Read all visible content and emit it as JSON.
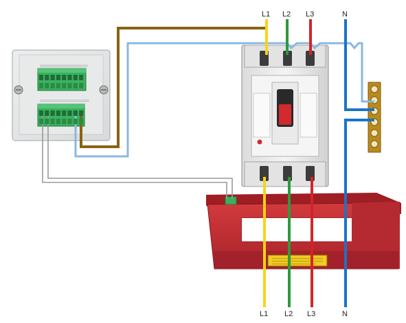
{
  "phase_labels": {
    "top": {
      "l1": "L1",
      "l2": "L2",
      "l3": "L3",
      "n": "N"
    },
    "bottom": {
      "l1": "L1",
      "l2": "L2",
      "l3": "L3",
      "n": "N"
    }
  },
  "colors": {
    "l1": "#f7d417",
    "l2": "#2d9a3c",
    "l3": "#d3242a",
    "n": "#1c73c6",
    "signal_brown": "#8a6212",
    "signal_lightblue": "#8ab8e0",
    "ct_body": "#c62f34",
    "ct_dark": "#9f1e24",
    "terminal_green": "#3bb15f",
    "neutral_bar": "#b98a1d"
  }
}
